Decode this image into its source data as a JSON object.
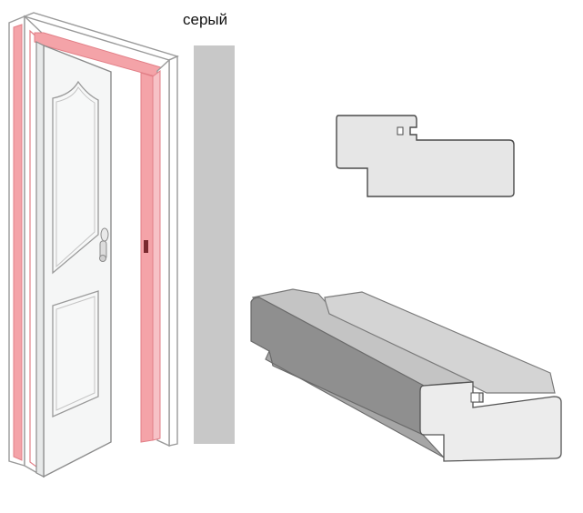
{
  "swatch": {
    "label": "серый",
    "color": "#c8c8c8"
  },
  "colors": {
    "frame_highlight": "#f4a3a8",
    "frame_highlight_dark": "#e8848b",
    "door_fill": "#f5f6f6",
    "outline": "#8c8c8c",
    "profile_fill": "#e6e6e6",
    "profile_dark": "#8f8f8f",
    "profile_mid": "#b9b9b9"
  },
  "figures": [
    {
      "name": "door-with-frame"
    },
    {
      "name": "frame-profile-cross-section"
    },
    {
      "name": "frame-profile-3d-view"
    }
  ]
}
